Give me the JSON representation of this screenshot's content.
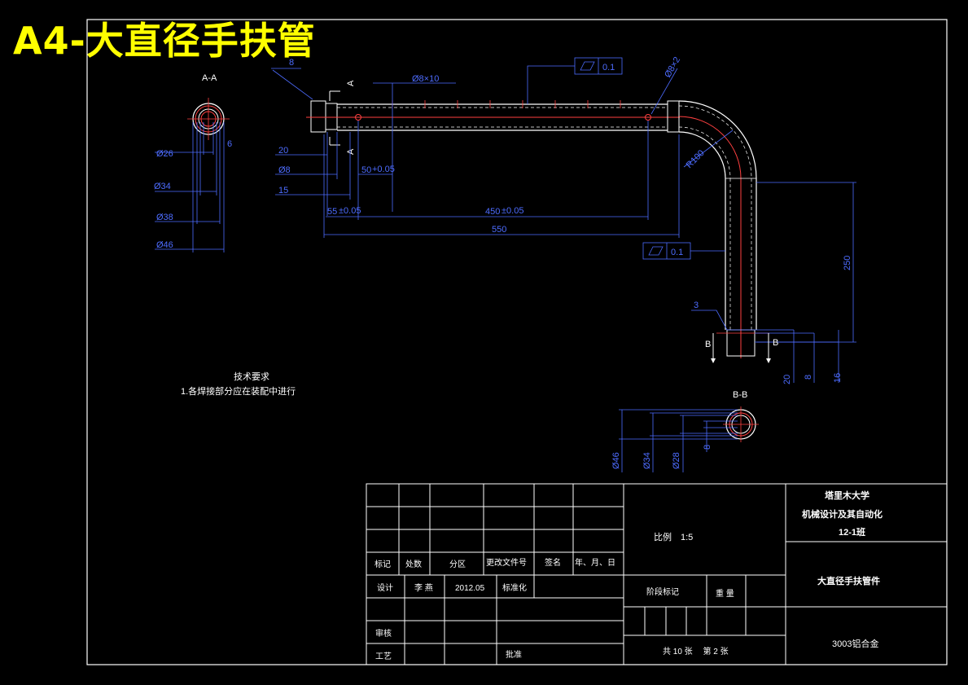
{
  "title": "A4-大直径手扶管",
  "views": {
    "section_aa": "A-A",
    "section_bb": "B-B",
    "marker_a": "A",
    "marker_b": "B"
  },
  "dims": {
    "aa_d26": "Ø26",
    "aa_6": "6",
    "aa_d34": "Ø34",
    "aa_d38": "Ø38",
    "aa_d46": "Ø46",
    "roughness_top": "8",
    "holes": "Ø8×10",
    "chamfer": "Ø8×2",
    "d20": "20",
    "d8": "Ø8",
    "d15": "15",
    "d50": "50",
    "d50_tol": "+0.05",
    "d55": "55",
    "d55_tol": "±0.05",
    "d450": "450",
    "d450_tol": "±0.05",
    "d550": "550",
    "r100": "R100",
    "flat_tol_1": "0.1",
    "flat_tol_2": "0.1",
    "d250": "250",
    "roughness_bottom": "3",
    "b20": "20",
    "b8": "8",
    "b16": "16",
    "bb_d46": "Ø46",
    "bb_d34": "Ø34",
    "bb_d28": "Ø28",
    "bb_8": "8"
  },
  "notes": {
    "heading": "技术要求",
    "line1": "1.各焊接部分应在装配中进行"
  },
  "title_block": {
    "h_mark": "标记",
    "h_count": "处数",
    "h_zone": "分区",
    "h_docno": "更改文件号",
    "h_sign": "签名",
    "h_date": "年、月、日",
    "l_design": "设计",
    "v_designer": "李 燕",
    "v_date": "2012.05",
    "l_standard": "标准化",
    "l_review": "审核",
    "l_process": "工艺",
    "l_approve": "批准",
    "scale": "比例　1:5",
    "stage_mark": "阶段标记",
    "weight": "重 量",
    "sheets": "共 10 张　 第 2 张",
    "school": "塔里木大学",
    "major": "机械设计及其自动化",
    "class": "12-1班",
    "part_name": "大直径手扶管件",
    "material": "3003铝合金"
  }
}
